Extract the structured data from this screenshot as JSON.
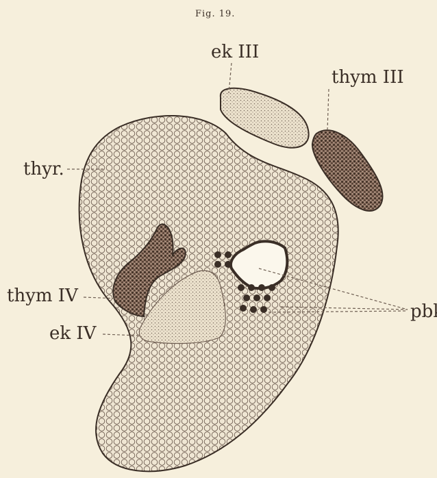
{
  "figure": {
    "title": "Fig. 19.",
    "colors": {
      "paper": "#f6efdc",
      "ink": "#3a2e26",
      "thyroid_fill": "#efe6d3",
      "thymus_fill": "#8a6e5e",
      "ek_fill": "#eadfca"
    },
    "labels": {
      "ek3": "ek III",
      "thym3": "thym III",
      "thyr": "thyr.",
      "thym4": "thym IV",
      "ek4": "ek IV",
      "pbk": "pbk"
    }
  }
}
